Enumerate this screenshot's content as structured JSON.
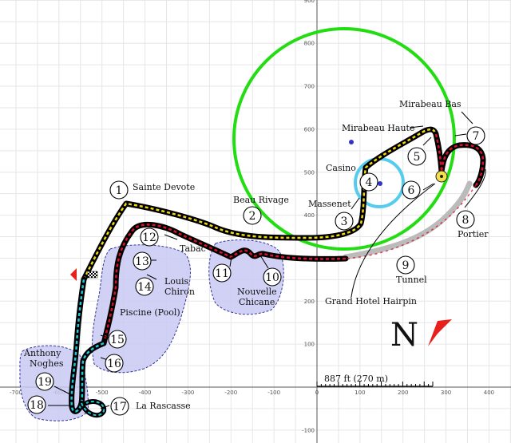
{
  "axis": {
    "x_ticks": [
      "-700",
      "-600",
      "-500",
      "-400",
      "-300",
      "-200",
      "-100",
      "0",
      "100",
      "200",
      "300",
      "400"
    ],
    "y_ticks": [
      "900",
      "800",
      "700",
      "600",
      "500",
      "400",
      "300",
      "200",
      "100",
      "-100"
    ]
  },
  "scale_bar": {
    "label": "887 ft (270 m)",
    "ticks": [
      "0",
      "10",
      "20",
      "30",
      "40",
      "50",
      "60",
      "70",
      "80",
      "90",
      "100",
      "110",
      "120",
      "130",
      "140",
      "150",
      "160",
      "170",
      "180",
      "190",
      "200",
      "210",
      "220",
      "230",
      "240",
      "250",
      "260",
      "270"
    ]
  },
  "north": {
    "label": "N"
  },
  "areas": {
    "piscine": "Piscine (Pool)",
    "louis_chiron": [
      "Louis",
      "Chiron"
    ],
    "nouvelle_chicane": [
      "Nouvelle",
      "Chicane"
    ],
    "anthony_noghes": [
      "Anthony",
      "Noghes"
    ]
  },
  "corner_names": {
    "sainte_devote": "Sainte Devote",
    "beau_rivage": "Beau Rivage",
    "massenet": "Massenet",
    "casino": "Casino",
    "mirabeau_haute": "Mirabeau Haute",
    "mirabeau_bas": "Mirabeau Bas",
    "portier": "Portier",
    "tunnel": "Tunnel",
    "grand_hotel_hairpin": "Grand Hotel Hairpin",
    "tabac": "Tabac",
    "la_rascasse": "La Rascasse"
  },
  "turns": [
    "1",
    "2",
    "3",
    "4",
    "5",
    "6",
    "7",
    "8",
    "9",
    "10",
    "11",
    "12",
    "13",
    "14",
    "15",
    "16",
    "17",
    "18",
    "19"
  ],
  "colors": {
    "grid": "#e6e6e6",
    "track_outline": "#000000",
    "sector_yellow": "#f2d90b",
    "sector_red": "#d9102a",
    "sector_cyan": "#1ec8d8",
    "zone_fill": "#c8c9f2",
    "zone_stroke": "#33339a",
    "green_circle": "#22dd11",
    "blue_circle": "#55ccee",
    "tunnel_gray": "#bbbbbb",
    "north_arrow": "#e8201c"
  }
}
